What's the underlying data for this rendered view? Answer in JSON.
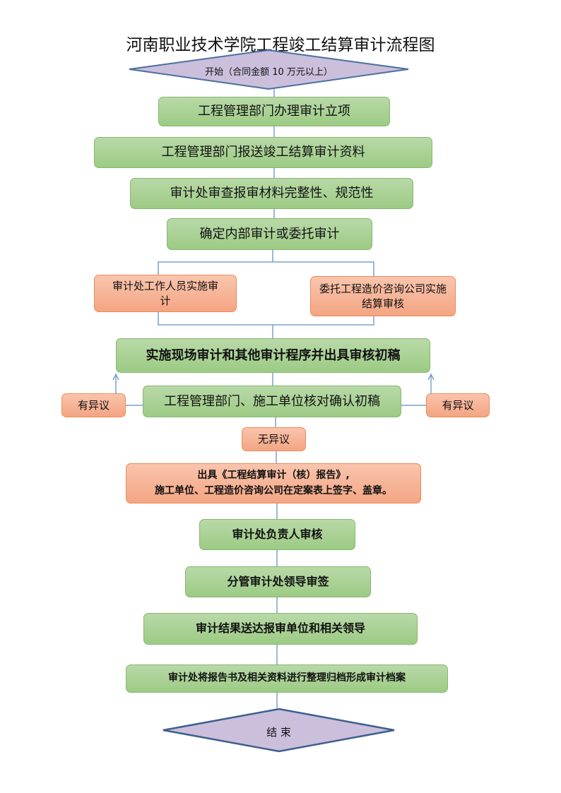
{
  "title": "河南职业技术学院工程竣工结算审计流程图",
  "start": "开始（合同金额 10 万元以上）",
  "steps": {
    "s1": "工程管理部门办理审计立项",
    "s2": "工程管理部门报送竣工结算审计资料",
    "s3": "审计处审查报审材料完整性、规范性",
    "s4": "确定内部审计或委托审计",
    "left_branch": "审计处工作人员实施审计",
    "right_branch": "委托工程造价咨询公司实施结算审核",
    "s5": "实施现场审计和其他审计程序并出具审核初稿",
    "s6": "工程管理部门、施工单位核对确认初稿",
    "objection_left": "有异议",
    "objection_right": "有异议",
    "no_objection": "无异议",
    "s7_line1": "出具《工程结算审计（核）报告》,",
    "s7_line2": "施工单位、工程造价咨询公司在定案表上签字、盖章。",
    "s8": "审计处负责人审核",
    "s9": "分管审计处领导审签",
    "s10": "审计结果送达报审单位和相关领导",
    "s11": "审计处将报告书及相关资料进行整理归档形成审计档案"
  },
  "end": "结 束"
}
